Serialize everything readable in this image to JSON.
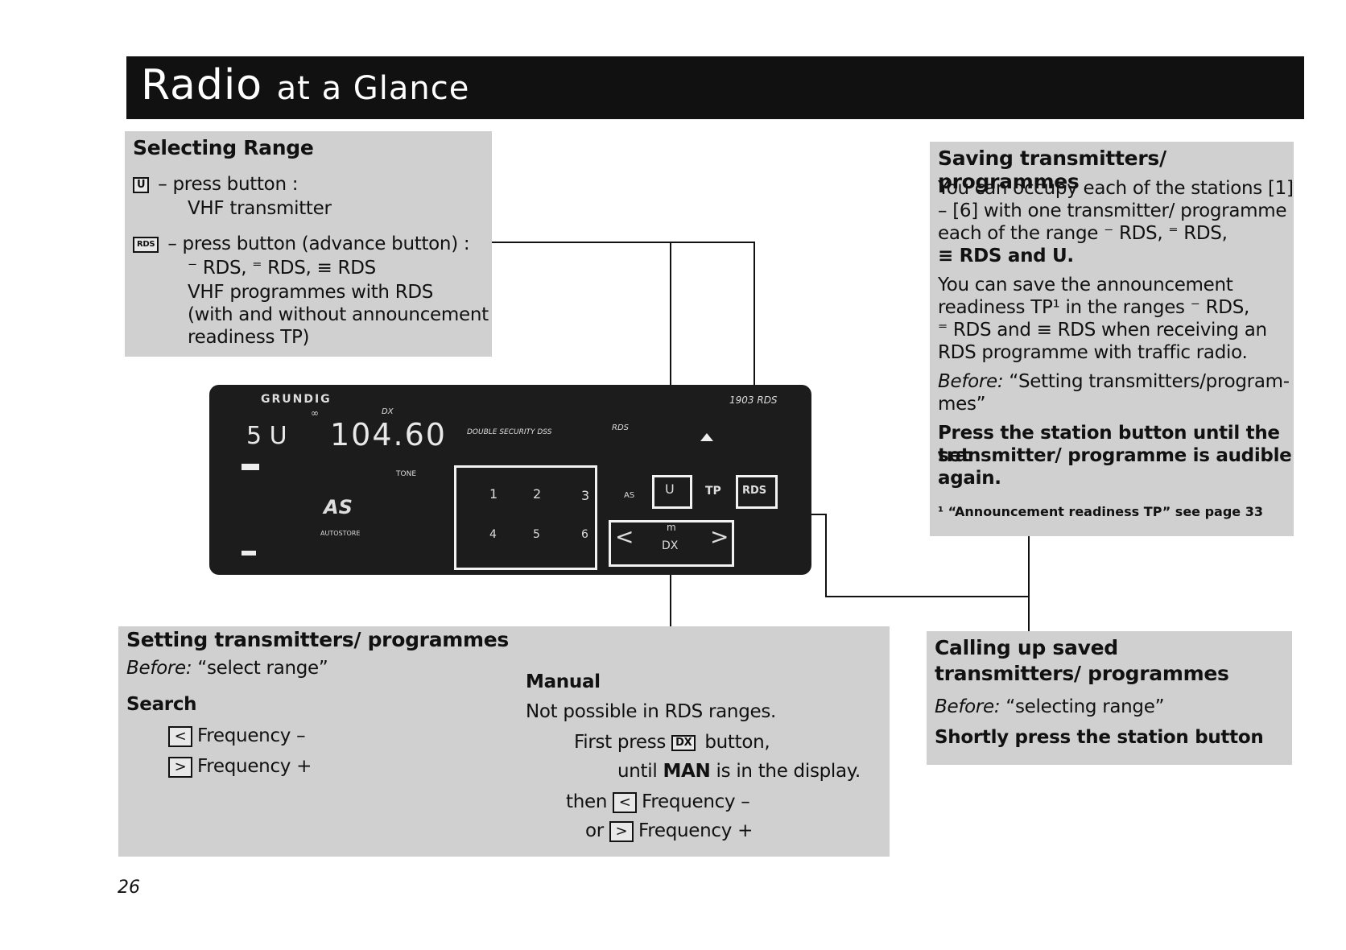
{
  "header": {
    "title_main": "Radio",
    "title_rest": "at a Glance"
  },
  "selecting_range": {
    "heading": "Selecting Range",
    "u_key": "U",
    "u_text_1": "– press button :",
    "u_text_2": "VHF transmitter",
    "rds_key": "RDS",
    "rds_text_1": "– press button (advance button) :",
    "rds_text_2": "⁻ RDS, ⁼ RDS, ≡ RDS",
    "rds_text_3": "VHF programmes with RDS",
    "rds_text_4": "(with and without announcement",
    "rds_text_5": "readiness TP)"
  },
  "saving": {
    "heading": "Saving transmitters/ programmes",
    "lines": [
      "You can occupy each of the stations [1]",
      "– [6] with one transmitter/ programme",
      "each of the range ⁻ RDS, ⁼ RDS,",
      "≡ RDS and U."
    ],
    "lines2": [
      "You can save the announcement",
      "readiness TP¹ in the ranges ⁻ RDS,",
      "⁼ RDS and ≡ RDS when receiving an",
      "RDS programme with traffic radio."
    ],
    "before_label": "Before:",
    "before_text_1": " “Setting transmitters/program-",
    "before_text_2": "mes”",
    "bold_lines": [
      "Press the station button until the set",
      "transmitter/ programme is audible",
      "again."
    ],
    "footnote": "¹ “Announcement readiness TP” see page 33"
  },
  "radio": {
    "brand": "GRUNDIG",
    "model": "1903 RDS",
    "display_left": "5 U",
    "display_freq": "104.60",
    "dx_label": "DX",
    "dss_label": "DOUBLE SECURITY DSS",
    "rds_logo": "RDS",
    "tone": "TONE",
    "as_label": "AS",
    "autostore": "AUTOSTORE",
    "as_small": "AS",
    "u_btn": "U",
    "tp_btn": "TP",
    "rds_btn": "RDS",
    "keys": [
      "1",
      "2",
      "3",
      "4",
      "5",
      "6"
    ],
    "left_arrow": "<",
    "right_arrow": ">",
    "m_label": "m",
    "dx_btn": "DX"
  },
  "setting": {
    "heading": "Setting transmitters/ programmes",
    "before_label": "Before:",
    "before_text": " “select range”",
    "search_heading": "Search",
    "freq_minus": "Frequency –",
    "freq_plus": "Frequency +",
    "manual_heading": "Manual",
    "manual_line1": "Not possible in RDS ranges.",
    "manual_first": "First press",
    "dx_key": "DX",
    "manual_button": "button,",
    "manual_until": "until",
    "manual_man": "MAN",
    "manual_display": "is in the display.",
    "then": "then",
    "or": "or",
    "freq_minus2": "Frequency –",
    "freq_plus2": "Frequency +"
  },
  "calling": {
    "heading_1": "Calling up saved",
    "heading_2": "transmitters/ programmes",
    "before_label": "Before:",
    "before_text": " “selecting range”",
    "bold_text": "Shortly press the station button"
  },
  "page_number": "26"
}
